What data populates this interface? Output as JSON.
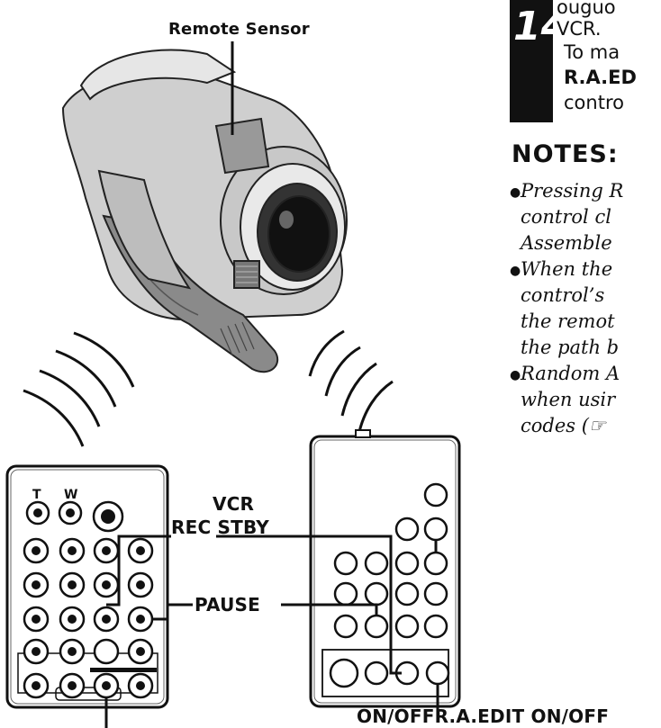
{
  "step": {
    "number": "14",
    "line1": "VCR.",
    "line2": "To ma",
    "line3": "R.A.ED",
    "line4": "contro"
  },
  "notes": {
    "title": "NOTES:",
    "items": [
      [
        "Pressing R",
        "control cl",
        "Assemble"
      ],
      [
        "When the",
        "control’s",
        "the remot",
        "the path b"
      ],
      [
        "Random A",
        "when usir",
        "codes (☞"
      ]
    ]
  },
  "labels": {
    "remote_sensor": "Remote Sensor",
    "vcr_rec_stby_1": "VCR",
    "vcr_rec_stby_2": "REC STBY",
    "pause": "PAUSE",
    "on_off_r_a_edit": "ON/OFFR.A.EDIT ON/OFF"
  },
  "remote_left_keys": {
    "t": "T",
    "w": "W"
  }
}
